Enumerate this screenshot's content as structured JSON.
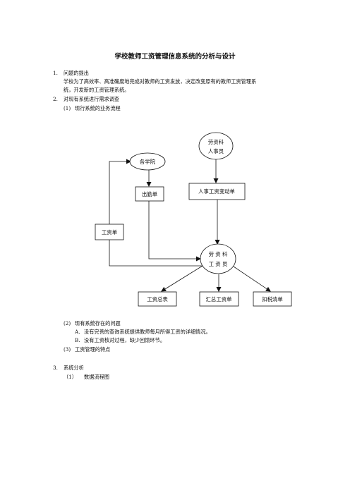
{
  "doc": {
    "title": "学校教师工资管理信息系统的分析与设计",
    "s1": {
      "num": "1.",
      "heading": "问题的提出",
      "para_line1": "学校为了高效率、高准确度地完成对教师的工资发放，决定改变原有的教师工资管理系",
      "para_line2": "统，开发新的工资管理系统。"
    },
    "s2": {
      "num": "2.",
      "heading": "对现有系统进行需求调查",
      "sub1": {
        "num": "(1)",
        "text": "现行系统的业务流程"
      },
      "sub2": {
        "num": "(2)",
        "text": "现有系统存在的问题"
      },
      "itemA": {
        "num": "A.",
        "text": "没有完善的查询系统提供教师每月所得工资的详细情况。"
      },
      "itemB": {
        "num": "B.",
        "text": "没有工资核对过程，缺少回馈环节。"
      },
      "sub3": {
        "num": "(3)",
        "text": "工资管理的特点"
      }
    },
    "s3": {
      "num": "3.",
      "heading": "系统分析",
      "sub1": {
        "num": "（1）",
        "text": "数据流程图"
      }
    }
  },
  "flowchart": {
    "labor_hr": {
      "line1": "劳资科",
      "line2": "人事员"
    },
    "colleges": "各学院",
    "attendance": "出勤单",
    "hr_change": "人事工资变动单",
    "payroll_sheet": "工资单",
    "clerk": {
      "line1": "劳 资 科",
      "line2": "工 资 员"
    },
    "summary": "工资总表",
    "total_sheet": "汇总工资单",
    "deduction": "扣税清单"
  }
}
